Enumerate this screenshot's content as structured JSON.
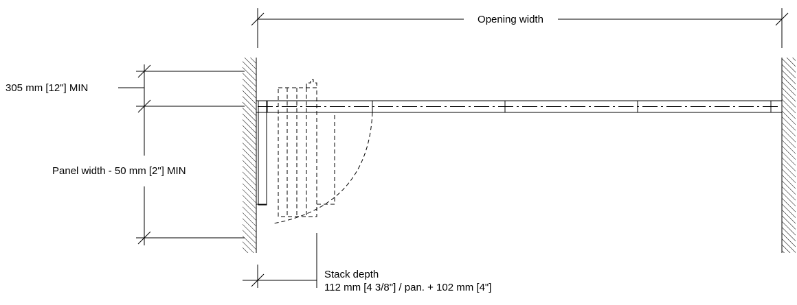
{
  "labels": {
    "opening_width": "Opening width",
    "min_offset": "305 mm [12\"] MIN",
    "panel_width": "Panel width - 50 mm [2\"] MIN",
    "stack_depth_title": "Stack depth",
    "stack_depth_formula": "112 mm [4 3/8\"] / pan. + 102 mm [4\"]"
  },
  "colors": {
    "line": "#000000",
    "background": "#ffffff"
  }
}
